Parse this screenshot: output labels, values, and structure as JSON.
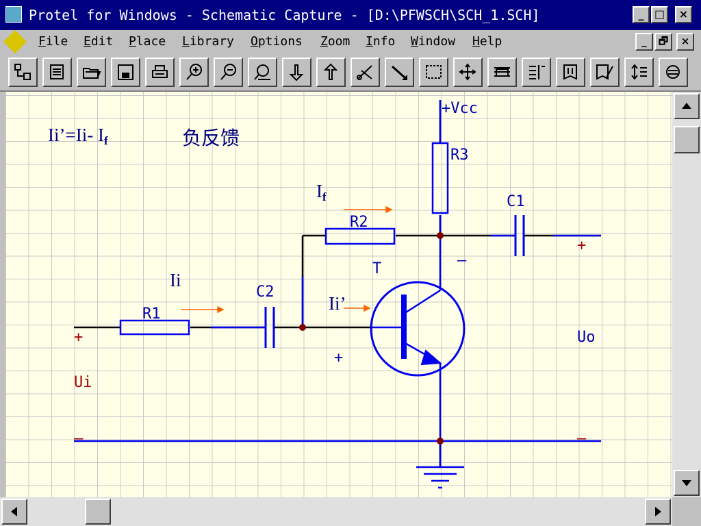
{
  "window": {
    "title": "Protel for Windows - Schematic Capture - [D:\\PFWSCH\\SCH_1.SCH]",
    "buttons": [
      "_",
      "□",
      "×"
    ]
  },
  "menu": {
    "items": [
      {
        "mnemonic": "F",
        "rest": "ile"
      },
      {
        "mnemonic": "E",
        "rest": "dit"
      },
      {
        "mnemonic": "P",
        "rest": "lace"
      },
      {
        "mnemonic": "L",
        "rest": "ibrary"
      },
      {
        "mnemonic": "O",
        "rest": "ptions"
      },
      {
        "mnemonic": "Z",
        "rest": "oom"
      },
      {
        "mnemonic": "I",
        "rest": "nfo"
      },
      {
        "mnemonic": "W",
        "rest": "indow"
      },
      {
        "mnemonic": "H",
        "rest": "elp"
      }
    ],
    "mdi_buttons": [
      "_",
      "🗗",
      "×"
    ]
  },
  "toolbar": {
    "icons": [
      "hierarchy-icon",
      "list-icon",
      "open-folder-icon",
      "save-icon",
      "print-icon",
      "zoom-in-icon",
      "zoom-out-icon",
      "zoom-fit-icon",
      "arrow-down-icon",
      "arrow-up-icon",
      "cut-icon",
      "wire-icon",
      "select-rect-icon",
      "move-cross-icon",
      "bus-icon",
      "netlist-icon",
      "library-icon",
      "library-edit-icon",
      "updown-icon",
      "refresh-icon"
    ]
  },
  "schematic": {
    "components": {
      "vcc": "+Vcc",
      "r3": "R3",
      "c1": "C1",
      "r2": "R2",
      "r1": "R1",
      "c2": "C2",
      "transistor": "T"
    },
    "ports": {
      "input_plus": "+",
      "input_label": "Ui",
      "input_minus": "–",
      "output_plus": "+",
      "output_label": "Uo",
      "output_minus": "–",
      "collector_minus": "–",
      "base_plus": "+"
    },
    "annotations": {
      "equation_main": "Ii’=Ii- I",
      "equation_sub": "f",
      "feedback_type": "负反馈",
      "if_main": "I",
      "if_sub": "f",
      "ii": "Ii",
      "ii_prime": "Ii’"
    },
    "colors": {
      "wire": "#0000ee",
      "junction": "#800000",
      "arrow": "#ff6600",
      "label": "#0000aa",
      "port": "#aa0000"
    }
  }
}
